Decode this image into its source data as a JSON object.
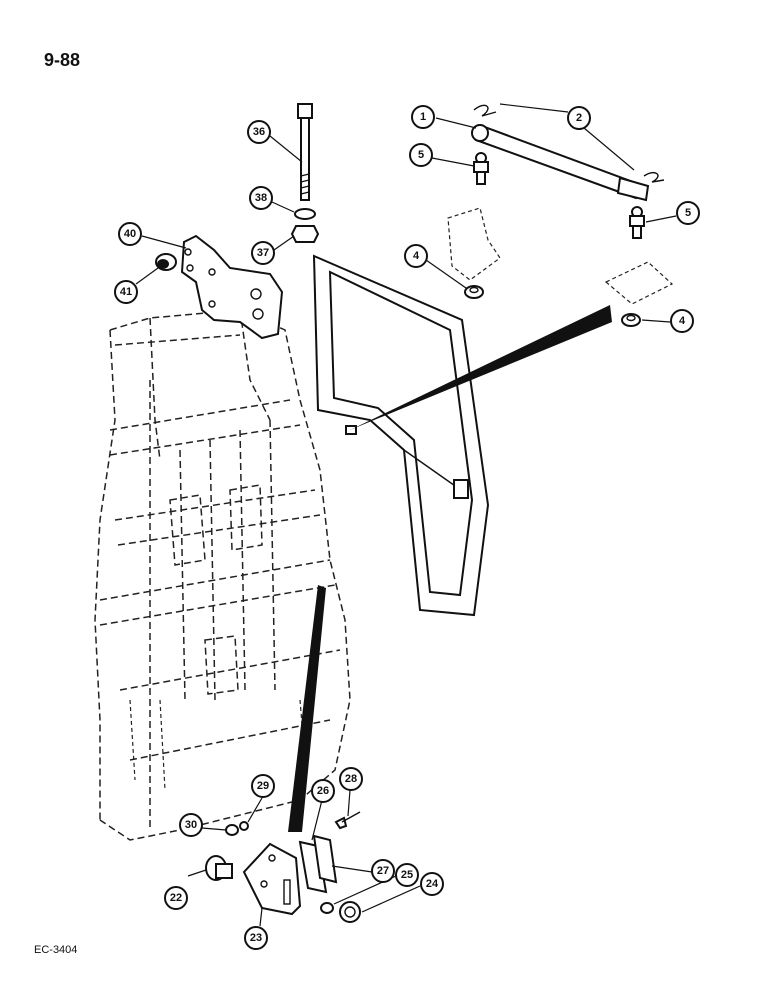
{
  "page_number": "9-88",
  "figure_code": "EC-3404",
  "callouts": [
    {
      "id": "c1",
      "label": "1"
    },
    {
      "id": "c2",
      "label": "2"
    },
    {
      "id": "c5a",
      "label": "5"
    },
    {
      "id": "c5b",
      "label": "5"
    },
    {
      "id": "c4a",
      "label": "4"
    },
    {
      "id": "c4b",
      "label": "4"
    },
    {
      "id": "c36",
      "label": "36"
    },
    {
      "id": "c38",
      "label": "38"
    },
    {
      "id": "c37",
      "label": "37"
    },
    {
      "id": "c40",
      "label": "40"
    },
    {
      "id": "c41",
      "label": "41"
    },
    {
      "id": "c28",
      "label": "28"
    },
    {
      "id": "c29",
      "label": "29"
    },
    {
      "id": "c30",
      "label": "30"
    },
    {
      "id": "c26",
      "label": "26"
    },
    {
      "id": "c27",
      "label": "27"
    },
    {
      "id": "c25",
      "label": "25"
    },
    {
      "id": "c24",
      "label": "24"
    },
    {
      "id": "c22",
      "label": "22"
    },
    {
      "id": "c23",
      "label": "23"
    }
  ]
}
